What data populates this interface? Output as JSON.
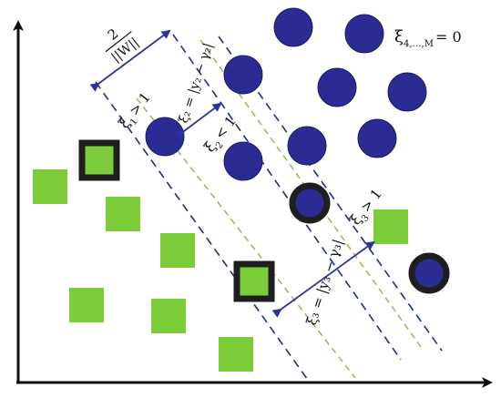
{
  "labels": {
    "margin_numerator": "2",
    "margin_denominator": "||W||",
    "xi_zero": "ξ",
    "xi_zero_sub": "4,…,M",
    "xi_zero_rhs": "= 0",
    "xi1": "ξ",
    "xi1_sub": "1",
    "xi1_rhs": "> 1",
    "xi2": "ξ",
    "xi2_sub": "2",
    "xi2_rhs": "< 1",
    "xi2_eq": "ξ₂ = |y₂ − γ₂|",
    "xi3": "ξ",
    "xi3_sub": "3",
    "xi3_rhs": "> 1",
    "xi3_eq": "ξ₃ = |y₃ − γ₃|"
  },
  "colors": {
    "circle_fill": "#2b2b94",
    "circle_stroke": "#1a1a5e",
    "square_fill": "#7ccc3a",
    "support_border": "#1e1e1e",
    "margin_line": "#1f2b8f",
    "boundary_line": "#a6b46a",
    "arrow": "#2a3399",
    "axis": "#111111"
  }
}
